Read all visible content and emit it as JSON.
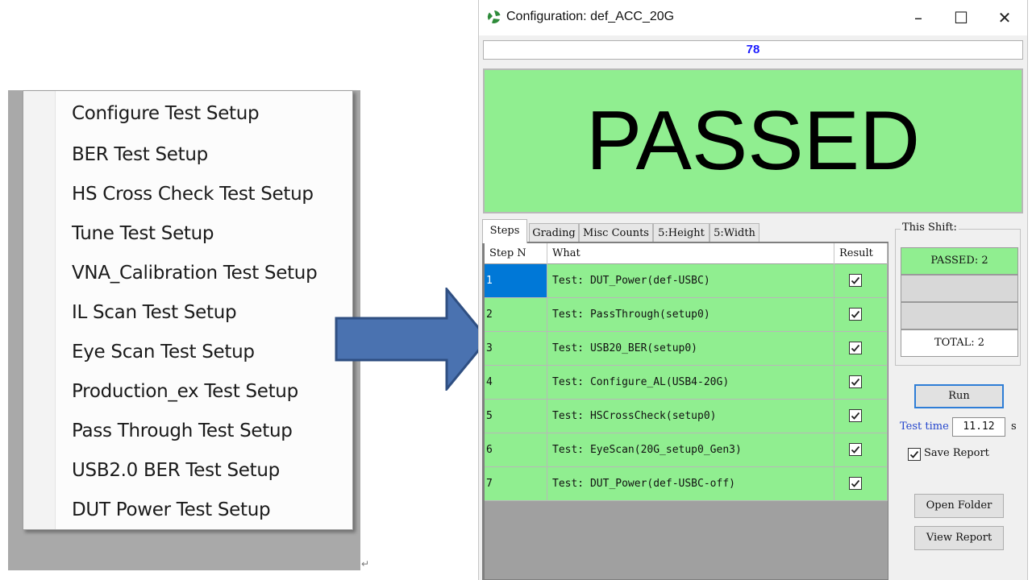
{
  "context_menu": {
    "items": [
      "Configure Test Setup",
      "BER Test Setup",
      "HS Cross Check Test Setup",
      "Tune Test Setup",
      "VNA_Calibration Test Setup",
      "IL Scan Test Setup",
      "Eye Scan Test Setup",
      "Production_ex Test Setup",
      "Pass Through Test Setup",
      "USB2.0 BER Test Setup",
      "DUT Power Test Setup"
    ],
    "return_mark": "↵"
  },
  "window": {
    "title": "Configuration: def_ACC_20G",
    "controls": {
      "minimize": "–",
      "maximize": "☐",
      "close": "✕"
    }
  },
  "counter": "78",
  "status": {
    "text": "PASSED",
    "color": "#90ee90"
  },
  "tabs": [
    "Steps",
    "Grading",
    "Misc Counts",
    "5:Height",
    "5:Width"
  ],
  "steps_grid": {
    "headers": [
      "Step N",
      "What",
      "Result"
    ],
    "rows": [
      {
        "n": "1",
        "what": "Test: DUT_Power(def-USBC)",
        "checked": true
      },
      {
        "n": "2",
        "what": "Test: PassThrough(setup0)",
        "checked": true
      },
      {
        "n": "3",
        "what": "Test: USB20_BER(setup0)",
        "checked": true
      },
      {
        "n": "4",
        "what": "Test: Configure_AL(USB4-20G)",
        "checked": true
      },
      {
        "n": "5",
        "what": "Test: HSCrossCheck(setup0)",
        "checked": true
      },
      {
        "n": "6",
        "what": "Test: EyeScan(20G_setup0_Gen3)",
        "checked": true
      },
      {
        "n": "7",
        "what": "Test: DUT_Power(def-USBC-off)",
        "checked": true
      }
    ]
  },
  "shift": {
    "legend": "This Shift:",
    "passed": "PASSED: 2",
    "total": "TOTAL: 2"
  },
  "controls": {
    "run": "Run",
    "test_time_label": "Test time",
    "test_time_value": "11.12",
    "test_time_unit": "s",
    "save_report": "Save Report",
    "save_report_checked": true,
    "open_folder": "Open Folder",
    "view_report": "View Report"
  },
  "colors": {
    "pass_green": "#90ee90",
    "arrow_blue": "#4a72b0",
    "selection_blue": "#0078d7",
    "counter_text": "#1a1aff"
  }
}
